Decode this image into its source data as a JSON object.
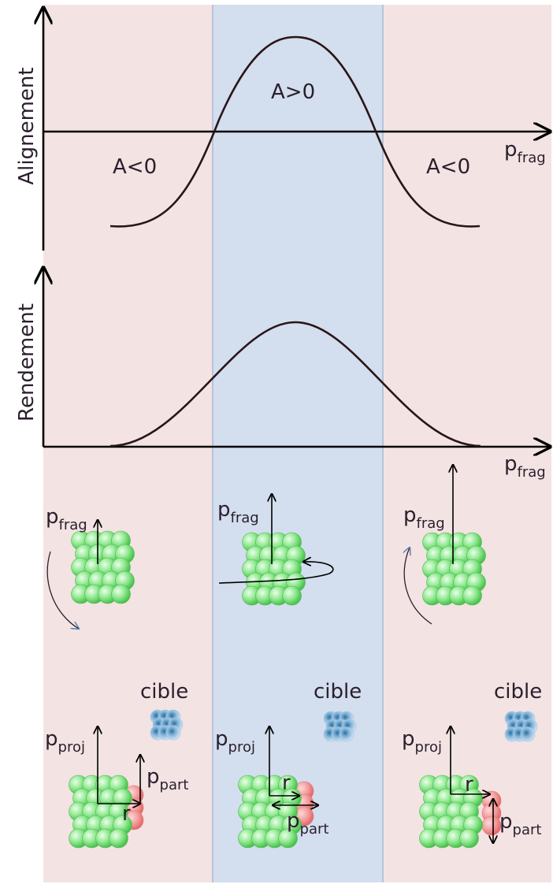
{
  "colors": {
    "side_region": "#f3e3e3",
    "middle_region": "#d3deee",
    "divider": "#a9b9d5",
    "fragment": "#7fe07f",
    "participant": "#f08a8a",
    "target": "#7fb2d8"
  },
  "top_panel": {
    "ylabel": "Alignement",
    "xlabel_base": "p",
    "xlabel_sub": "frag",
    "left_region_label": "A<0",
    "middle_region_label": "A>0",
    "right_region_label": "A<0"
  },
  "middle_panel": {
    "ylabel": "Rendement",
    "xlabel_base": "p",
    "xlabel_sub": "frag"
  },
  "fragment_labels": {
    "left": {
      "base": "p",
      "sub": "frag"
    },
    "middle": {
      "base": "p",
      "sub": "frag"
    },
    "right": {
      "base": "p",
      "sub": "frag"
    }
  },
  "collision_labels": {
    "target": "cible",
    "projectile_base": "p",
    "projectile_sub": "proj",
    "radius": "r",
    "participant_base": "p",
    "participant_sub": "part"
  },
  "icons": [
    "rotation-arrow-icon",
    "nucleus-cluster-icon"
  ]
}
